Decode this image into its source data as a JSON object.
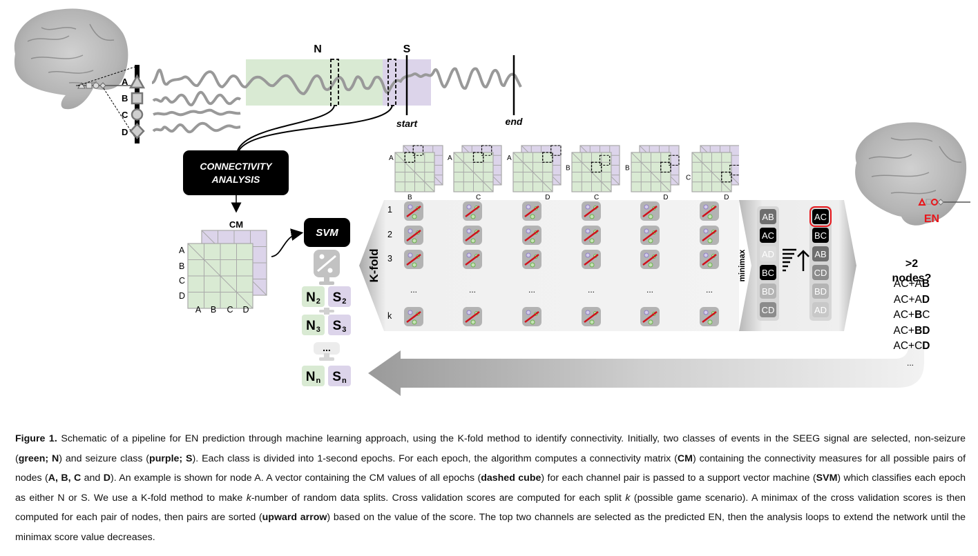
{
  "figure": {
    "signal": {
      "channels": [
        "A",
        "B",
        "C",
        "D"
      ],
      "channel_shapes": [
        "triangle",
        "square",
        "circle",
        "diamond"
      ],
      "class_labels": {
        "nonseizure": "N",
        "seizure": "S"
      },
      "markers": {
        "start": "start",
        "end": "end"
      }
    },
    "connectivity_box": {
      "line1": "CONNECTIVITY",
      "line2": "ANALYSIS"
    },
    "cm": {
      "title": "CM",
      "row_labels": [
        "A",
        "B",
        "C",
        "D"
      ],
      "col_labels": [
        "A",
        "B",
        "C",
        "D"
      ]
    },
    "svm": {
      "label": "SVM",
      "class_pairs": [
        {
          "n": "N",
          "n_sub": "2",
          "s": "S",
          "s_sub": "2"
        },
        {
          "n": "N",
          "n_sub": "3",
          "s": "S",
          "s_sub": "3"
        },
        {
          "n": "N",
          "n_sub": "n",
          "s": "S",
          "s_sub": "n"
        }
      ],
      "ellipsis": "..."
    },
    "pair_matrices": [
      {
        "row": "A",
        "col": "B"
      },
      {
        "row": "A",
        "col": "C"
      },
      {
        "row": "A",
        "col": "D"
      },
      {
        "row": "B",
        "col": "C"
      },
      {
        "row": "B",
        "col": "D"
      },
      {
        "row": "C",
        "col": "D"
      }
    ],
    "kfold": {
      "label": "K-fold",
      "row_labels": [
        "1",
        "2",
        "3",
        "k"
      ],
      "ellipsis": "..."
    },
    "minimax": {
      "label": "minimax",
      "unsorted": [
        {
          "pair": "AB",
          "color": "#6e6e6e"
        },
        {
          "pair": "AC",
          "color": "#000000"
        },
        {
          "pair": "AD",
          "color": "#dcdcdc"
        },
        {
          "pair": "BC",
          "color": "#000000"
        },
        {
          "pair": "BD",
          "color": "#b4b4b4"
        },
        {
          "pair": "CD",
          "color": "#8c8c8c"
        }
      ],
      "sorted": [
        {
          "pair": "AC",
          "color": "#000000",
          "highlight": true
        },
        {
          "pair": "BC",
          "color": "#000000"
        },
        {
          "pair": "AB",
          "color": "#6e6e6e"
        },
        {
          "pair": "CD",
          "color": "#8c8c8c"
        },
        {
          "pair": "BD",
          "color": "#b4b4b4"
        },
        {
          "pair": "AD",
          "color": "#c8c8c8"
        }
      ]
    },
    "result": {
      "en_label": "EN",
      "question_line1": ">2",
      "question_line2": "nodes?",
      "combos": [
        {
          "base": "AC+A",
          "bold": "B",
          "tail": ""
        },
        {
          "base": "AC+A",
          "bold": "D",
          "tail": ""
        },
        {
          "base": "AC+",
          "bold": "B",
          "tail": "C"
        },
        {
          "base": "AC+",
          "bold": "BD",
          "tail": ""
        },
        {
          "base": "AC+C",
          "bold": "D",
          "tail": ""
        }
      ],
      "ellipsis": "..."
    },
    "colors": {
      "nonseizure": "#d9ead3",
      "seizure": "#dcd4ea",
      "highlight": "#e8161b",
      "signal": "#999999"
    }
  },
  "caption": {
    "label": "Figure 1.",
    "t1": " Schematic of a pipeline for EN prediction through machine learning approach, using the K-fold method to identify connectivity. Initially, two classes of events in the SEEG signal are selected, non-seizure (",
    "b1": "green; N",
    "t2": ") and seizure class (",
    "b2": "purple; S",
    "t3": "). Each class is divided into 1-second epochs. For each epoch, the algorithm computes a connectivity matrix (",
    "b3": "CM",
    "t4": ") containing the connectivity measures for all possible pairs of nodes (",
    "b4": "A, B, C",
    "t5": " and ",
    "b5": "D",
    "t6": "). An example is shown for node A. A vector containing the CM values of all epochs (",
    "b6": "dashed cube",
    "t7": ") for each channel pair is passed to a support vector machine (",
    "b7": "SVM",
    "t8": ") which classifies each epoch as either N or S. We use a K-fold method to make ",
    "i1": "k",
    "t9": "-number of random data splits. Cross validation scores are computed for each split ",
    "i2": "k",
    "t10": " (possible game scenario). A minimax of the cross validation scores is then computed for each pair of nodes, then pairs are sorted (",
    "b8": "upward arrow",
    "t11": ") based on the value of the score. The top two channels are selected as the predicted EN, then the analysis loops to extend the network until the minimax score value decreases."
  }
}
